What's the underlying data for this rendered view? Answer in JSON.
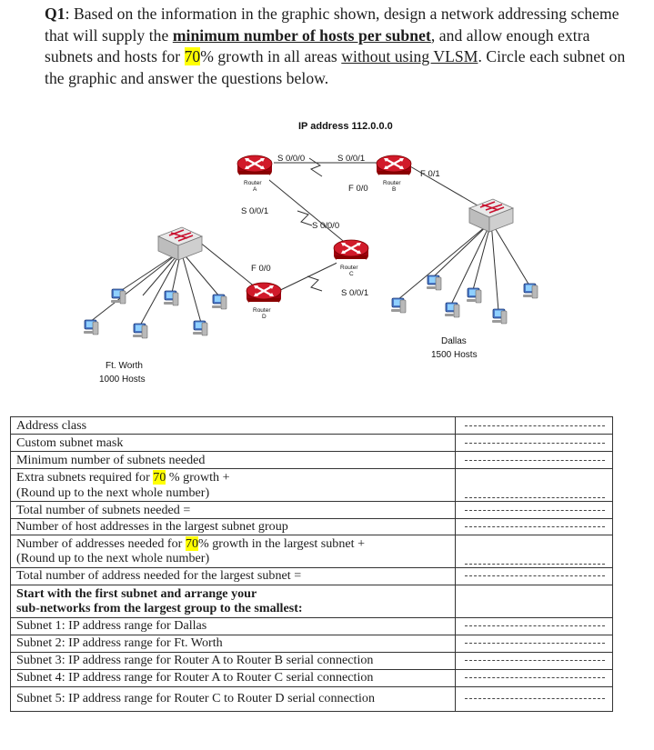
{
  "question": {
    "prefix": "Q1",
    "part1": ": Based on the information in the graphic shown, design a network addressing scheme that will supply the ",
    "u1": "minimum number of hosts per subnet",
    "part2": ", and allow enough extra subnets and hosts for ",
    "pct": "70",
    "part3": "% growth in all areas ",
    "u2": "without using VLSM",
    "part4": ". Circle each subnet on the graphic and answer the questions below."
  },
  "diagram": {
    "ip_title": "IP address  112.0.0.0",
    "router_word": "Router",
    "routers": {
      "a": "A",
      "b": "B",
      "c": "C",
      "d": "D"
    },
    "interfaces": {
      "a_s000": "S 0/0/0",
      "a_s001": "S 0/0/1",
      "b_s001": "S 0/0/1",
      "b_f00": "F 0/0",
      "b_f01": "F 0/1",
      "c_s000": "S 0/0/0",
      "c_s001": "S 0/0/1",
      "d_f00": "F 0/0"
    },
    "ftworth": {
      "name": "Ft. Worth",
      "hosts": "1000 Hosts"
    },
    "dallas": {
      "name": "Dallas",
      "hosts": "1500 Hosts"
    }
  },
  "worksheet": {
    "r1": "Address class",
    "r2": "Custom subnet mask",
    "r3": "Minimum number of subnets needed",
    "r4a_pre": "Extra subnets required for ",
    "r4a_pct": "70",
    "r4a_post": " % growth  +",
    "r4b": "(Round up to the next whole number)",
    "r5": "Total number of subnets needed =",
    "r6": "Number of host addresses in the largest subnet group",
    "r7a_pre": "Number of addresses needed for ",
    "r7a_pct": "70",
    "r7a_post": "% growth in the largest subnet +",
    "r7b": "(Round up to the next whole number)",
    "r8": "Total number of address needed for the largest subnet =",
    "r9a": "Start with the first subnet and arrange your",
    "r9b": "sub-networks from the largest group to the smallest:",
    "r10": "Subnet 1: IP address range for Dallas",
    "r11": "Subnet 2: IP address range for Ft. Worth",
    "r12": "Subnet 3: IP address range for Router A to Router B serial connection",
    "r13": "Subnet 4: IP address range for Router A to Router C serial connection",
    "r14": "Subnet 5: IP address range for Router C to Router D serial connection"
  },
  "colors": {
    "highlight": "#ffff00",
    "router_red": "#c8102e",
    "switch_gray": "#d8d8d8"
  }
}
